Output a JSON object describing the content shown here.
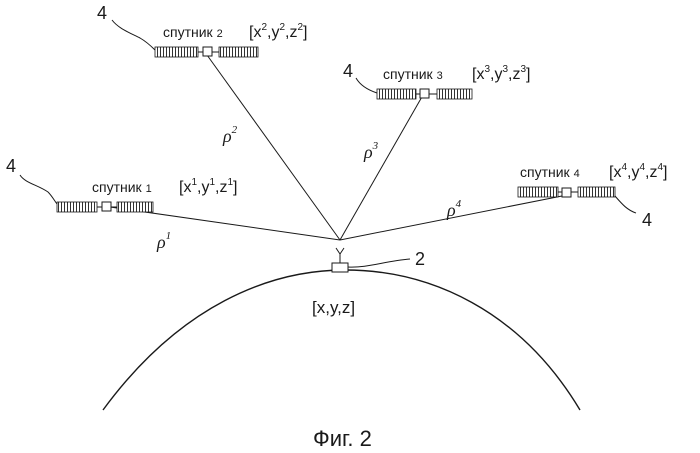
{
  "satellites": [
    {
      "ref": "4",
      "name": "спутник",
      "num": "1",
      "coord": {
        "open": "[",
        "x": "x",
        "y": "y",
        "z": "z",
        "sup": "1",
        "close": "]",
        "comma": ","
      },
      "rho": "ρ",
      "rho_sup": "1"
    },
    {
      "ref": "4",
      "name": "спутник",
      "num": "2",
      "coord": {
        "open": "[",
        "x": "x",
        "y": "y",
        "z": "z",
        "sup": "2",
        "close": "]",
        "comma": ","
      },
      "rho": "ρ",
      "rho_sup": "2"
    },
    {
      "ref": "4",
      "name": "спутник",
      "num": "3",
      "coord": {
        "open": "[",
        "x": "x",
        "y": "y",
        "z": "z",
        "sup": "3",
        "close": "]",
        "comma": ","
      },
      "rho": "ρ",
      "rho_sup": "3"
    },
    {
      "ref": "4",
      "name": "спутник",
      "num": "4",
      "coord": {
        "open": "[",
        "x": "x",
        "y": "y",
        "z": "z",
        "sup": "4",
        "close": "]",
        "comma": ","
      },
      "rho": "ρ",
      "rho_sup": "4"
    }
  ],
  "receiver": {
    "ref": "2",
    "coord": "[x,y,z]"
  },
  "caption": "Фиг. 2",
  "colors": {
    "ink": "#1a1a1a",
    "background": "#ffffff"
  }
}
